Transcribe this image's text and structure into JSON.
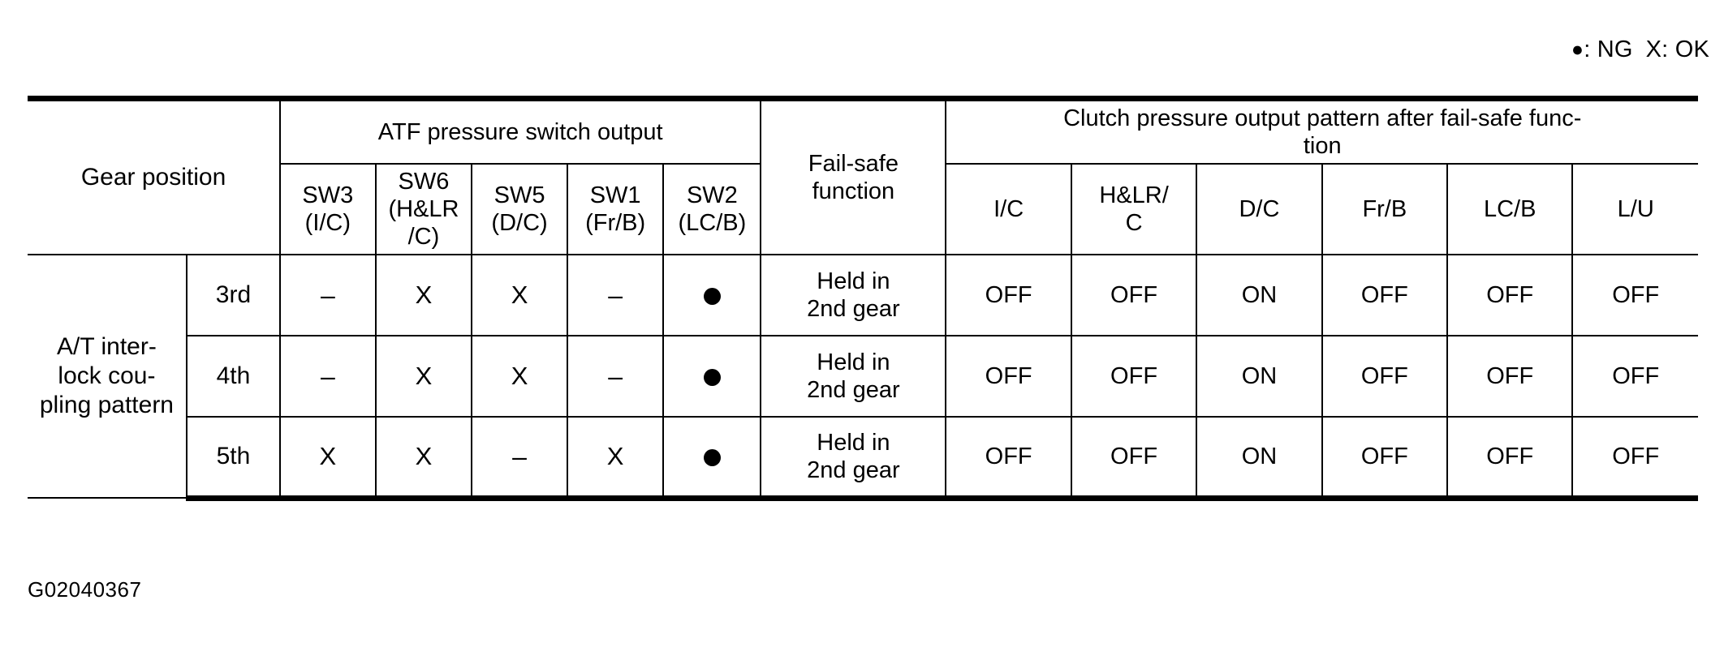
{
  "legend": {
    "ng_symbol": "●",
    "ng_text": ": NG",
    "ok_text": "X: OK"
  },
  "table": {
    "gear_position_header": "Gear position",
    "atf_group_header": "ATF pressure switch output",
    "failsafe_header": "Fail-safe\nfunction",
    "clutch_group_header": "Clutch pressure output pattern after fail-safe func-\ntion",
    "atf_columns": [
      "SW3\n(I/C)",
      "SW6\n(H&LR\n/C)",
      "SW5\n(D/C)",
      "SW1\n(Fr/B)",
      "SW2\n(LC/B)"
    ],
    "clutch_columns": [
      "I/C",
      "H&LR/\nC",
      "D/C",
      "Fr/B",
      "LC/B",
      "L/U"
    ],
    "row_group_label": "A/T inter-\nlock cou-\npling pattern",
    "rows": [
      {
        "gear": "3rd",
        "atf": [
          "–",
          "X",
          "X",
          "–",
          "●"
        ],
        "failsafe": "Held in\n2nd gear",
        "clutch": [
          "OFF",
          "OFF",
          "ON",
          "OFF",
          "OFF",
          "OFF"
        ]
      },
      {
        "gear": "4th",
        "atf": [
          "–",
          "X",
          "X",
          "–",
          "●"
        ],
        "failsafe": "Held in\n2nd gear",
        "clutch": [
          "OFF",
          "OFF",
          "ON",
          "OFF",
          "OFF",
          "OFF"
        ]
      },
      {
        "gear": "5th",
        "atf": [
          "X",
          "X",
          "–",
          "X",
          "●"
        ],
        "failsafe": "Held in\n2nd gear",
        "clutch": [
          "OFF",
          "OFF",
          "ON",
          "OFF",
          "OFF",
          "OFF"
        ]
      }
    ]
  },
  "footer": {
    "figure_code": "G02040367"
  },
  "colors": {
    "ink": "#000000",
    "paper": "#ffffff"
  }
}
